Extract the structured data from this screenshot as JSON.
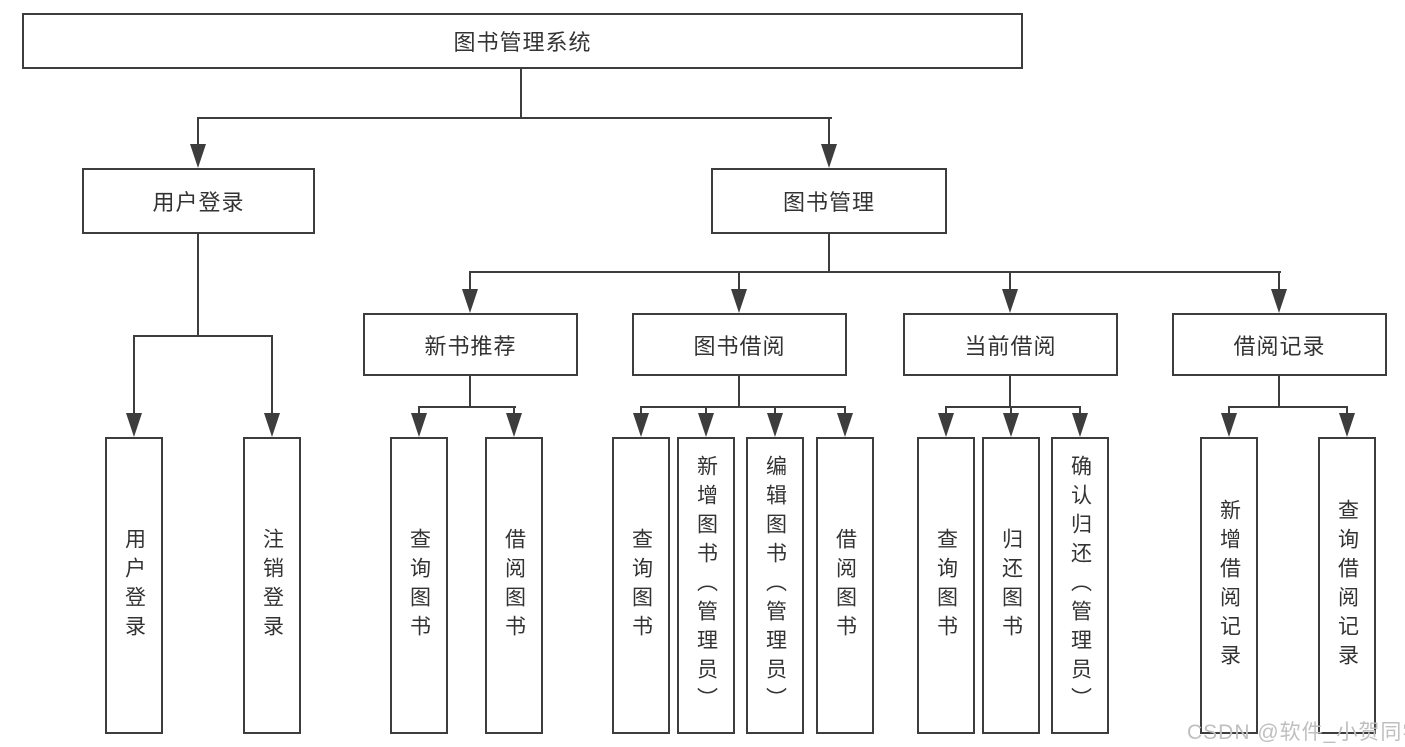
{
  "tree": {
    "label": "图书管理系统",
    "children": [
      {
        "label": "用户登录",
        "children": [
          {
            "label": "用户登录"
          },
          {
            "label": "注销登录"
          }
        ]
      },
      {
        "label": "图书管理",
        "children": [
          {
            "label": "新书推荐",
            "children": [
              {
                "label": "查询图书"
              },
              {
                "label": "借阅图书"
              }
            ]
          },
          {
            "label": "图书借阅",
            "children": [
              {
                "label": "查询图书"
              },
              {
                "label": "新增图书（管理员）"
              },
              {
                "label": "编辑图书（管理员）"
              },
              {
                "label": "借阅图书"
              }
            ]
          },
          {
            "label": "当前借阅",
            "children": [
              {
                "label": "查询图书"
              },
              {
                "label": "归还图书"
              },
              {
                "label": "确认归还（管理员）"
              }
            ]
          },
          {
            "label": "借阅记录",
            "children": [
              {
                "label": "新增借阅记录"
              },
              {
                "label": "查询借阅记录"
              }
            ]
          }
        ]
      }
    ]
  },
  "watermark": {
    "text": "CSDN @软件_小贺同学"
  },
  "colors": {
    "line": "#3d3d3d",
    "text": "#333333",
    "watermark": "#bfbfbf",
    "background": "#ffffff"
  }
}
